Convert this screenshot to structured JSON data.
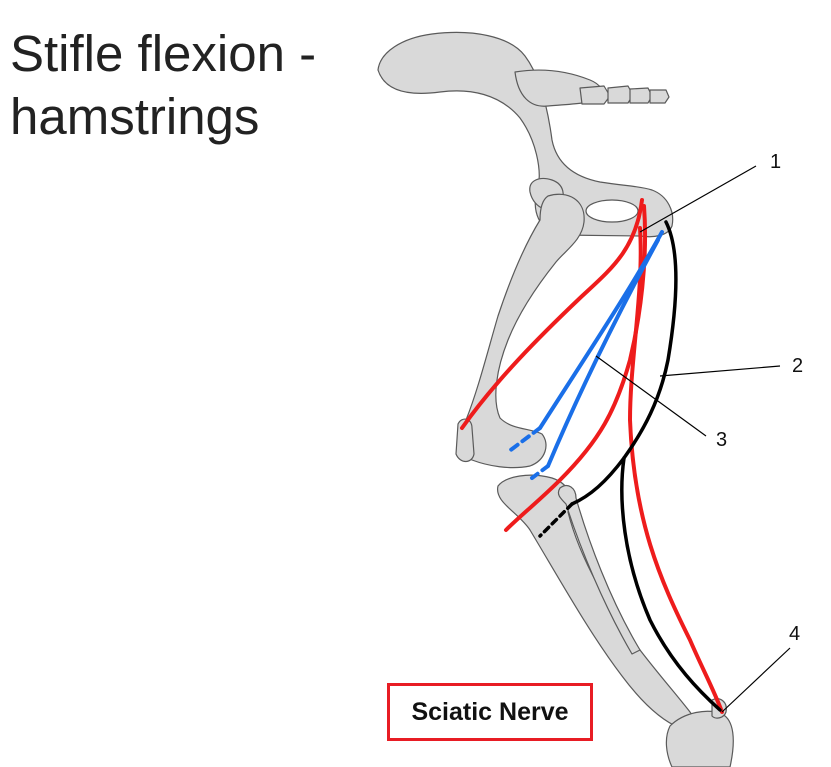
{
  "slide": {
    "title_line1": "Stifle flexion -",
    "title_line2": "hamstrings"
  },
  "labels": {
    "one": "1",
    "two": "2",
    "three": "3",
    "four": "4"
  },
  "callout": {
    "text": "Sciatic Nerve",
    "border_color": "#e81c24"
  },
  "colors": {
    "bone_fill": "#d9d9d9",
    "bone_stroke": "#5a5a5a",
    "muscle_red": "#ee1c1c",
    "muscle_blue": "#1a6fe8",
    "muscle_black": "#000000"
  }
}
